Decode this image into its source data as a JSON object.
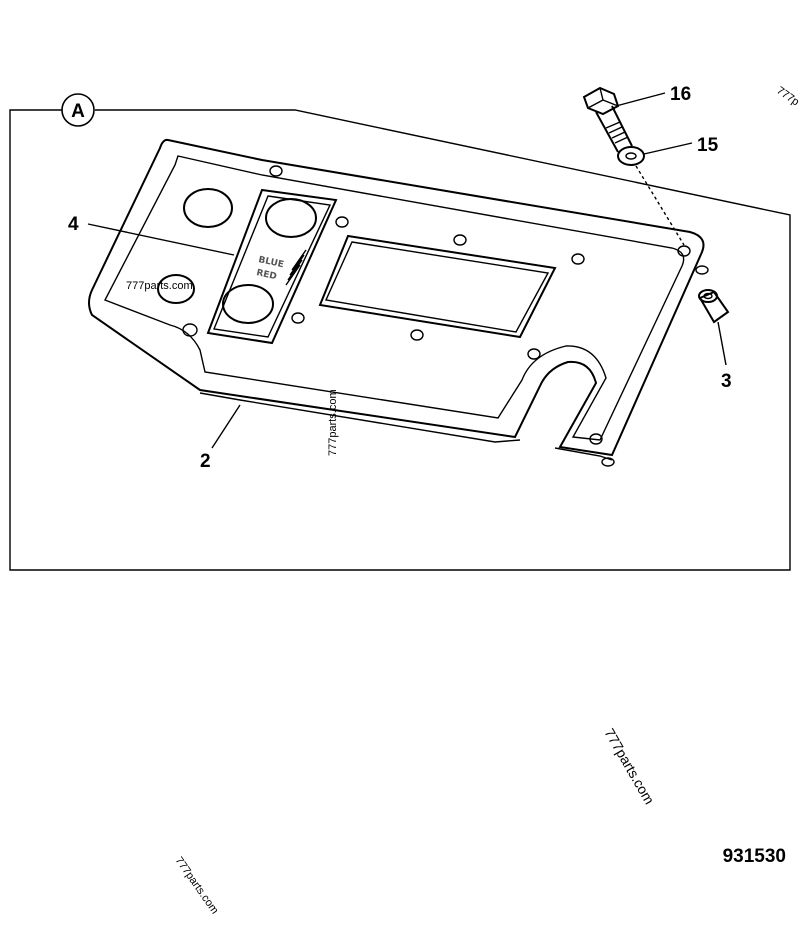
{
  "view": {
    "label": "A",
    "drawing_number": "931530"
  },
  "callouts": {
    "bolt": "16",
    "washer": "15",
    "gasket_label": "4",
    "spacer": "3",
    "plate": "2"
  },
  "plate_tag": {
    "line1": "BLUE",
    "line2": "RED"
  },
  "watermarks": [
    "777parts.com",
    "777parts.com",
    "777parts.com",
    "777parts.com",
    "777p"
  ]
}
